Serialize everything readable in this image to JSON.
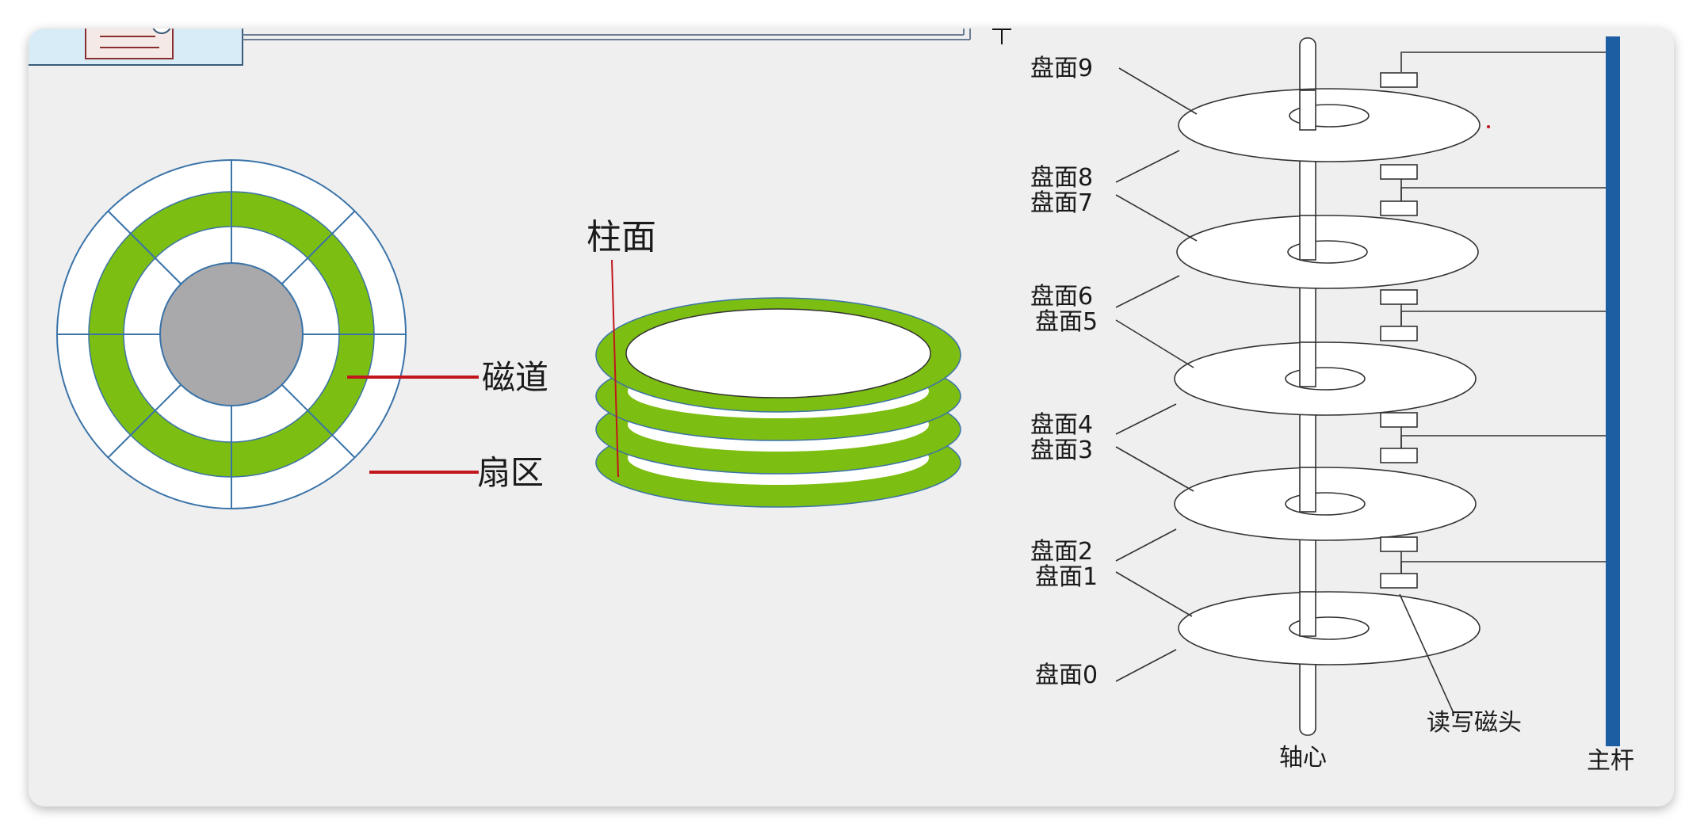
{
  "labels": {
    "track": "磁道",
    "sector": "扇区",
    "cylinder": "柱面",
    "spindle": "轴心",
    "main_rod": "主杆",
    "head": "读写磁头"
  },
  "surfaces": [
    "盘面9",
    "盘面8",
    "盘面7",
    "盘面6",
    "盘面5",
    "盘面4",
    "盘面3",
    "盘面2",
    "盘面1",
    "盘面0"
  ],
  "colors": {
    "track_green": "#7dbe12",
    "outline_blue": "#3a73a8",
    "pointer_red": "#c0161c",
    "rod_blue": "#1d5ea2",
    "hub_gray": "#a9a9ab",
    "background": "#efefef"
  }
}
